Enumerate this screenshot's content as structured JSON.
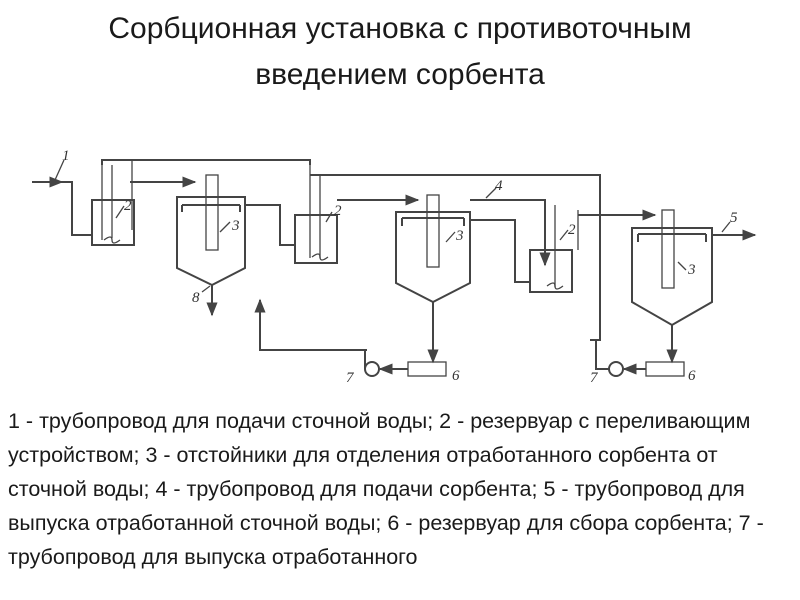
{
  "title": {
    "line1": "Сорбционная установка с противоточным",
    "line2": "введением сорбента"
  },
  "diagram": {
    "labels": {
      "n1": "1",
      "n2a": "2",
      "n3a": "3",
      "n8": "8",
      "n2b": "2",
      "n4": "4",
      "n3b": "3",
      "n2c": "2",
      "n5": "5",
      "n3c": "3",
      "n7a": "7",
      "n6a": "6",
      "n7b": "7",
      "n6b": "6"
    }
  },
  "legend": {
    "text": "1 - трубопровод для подачи сточной воды; 2 - резервуар с переливающим устройством; 3 - отстойники для отделения отработанного сорбента от сточной воды; 4 - трубопровод для подачи сорбента; 5 - трубопровод для выпуска отработанной сточной воды; 6 - резервуар для сбора сорбента; 7 - трубопровод для выпуска отработанного"
  },
  "colors": {
    "line": "#444444",
    "text": "#1a1a1a"
  }
}
